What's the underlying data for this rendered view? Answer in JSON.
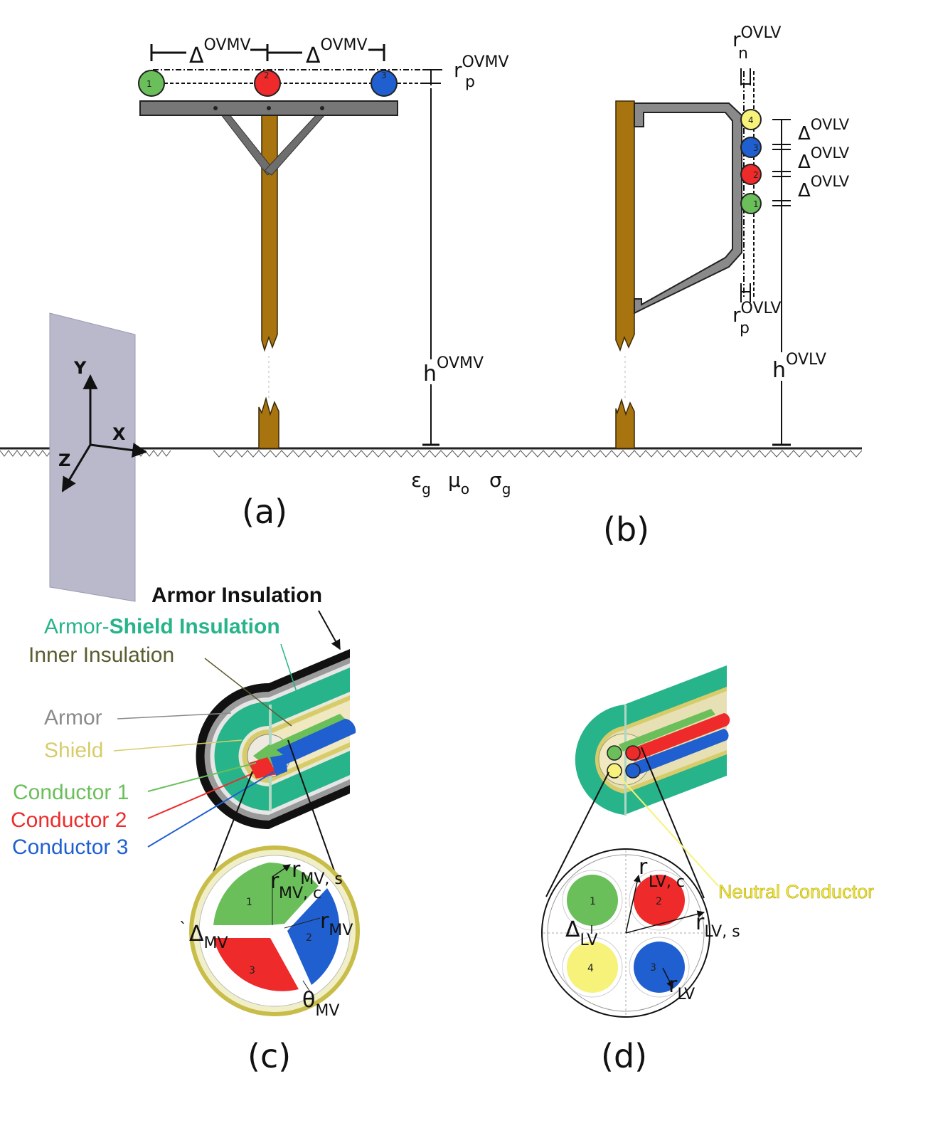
{
  "figure": {
    "captions": {
      "a": "(a)",
      "b": "(b)",
      "c": "(c)",
      "d": "(d)"
    },
    "axes": {
      "x": "X",
      "y": "Y",
      "z": "Z"
    },
    "ground_symbols": {
      "eps": "ε",
      "eps_sub": "g",
      "mu": "μ",
      "mu_sub": "o",
      "sigma": "σ",
      "sigma_sub": "g"
    },
    "panel_a": {
      "delta_base": "Δ",
      "delta_sup": "OVMV",
      "rp_base": "r",
      "rp_sub": "p",
      "rp_sup": "OVMV",
      "h_base": "h",
      "h_sup": "OVMV",
      "phases": [
        "1",
        "2",
        "3"
      ]
    },
    "panel_b": {
      "rn_base": "r",
      "rn_sub": "n",
      "rn_sup": "OVLV",
      "rp_base": "r",
      "rp_sub": "p",
      "rp_sup": "OVLV",
      "delta_base": "Δ",
      "delta_sup": "OVLV",
      "h_base": "h",
      "h_sup": "OVLV",
      "phases": [
        "4",
        "3",
        "2",
        "1"
      ]
    },
    "panel_c": {
      "labels": {
        "armor_insulation": "Armor Insulation",
        "armor_shield_insulation_a": "Armor-",
        "armor_shield_insulation_b": "Shield Insulation",
        "inner_insulation": "Inner Insulation",
        "armor": "Armor",
        "shield": "Shield",
        "conductor1": "Conductor 1",
        "conductor2": "Conductor 2",
        "conductor3": "Conductor 3"
      },
      "sector_numbers": [
        "1",
        "2",
        "3"
      ],
      "sym": {
        "r": "r",
        "mv_s": "MV, s",
        "mv_c": "MV, c",
        "mv": "MV",
        "delta": "Δ",
        "theta": "θ",
        "tick": "`"
      }
    },
    "panel_d": {
      "labels": {
        "neutral": "Neutral Conductor"
      },
      "conductor_numbers": [
        "1",
        "2",
        "3",
        "4"
      ],
      "sym": {
        "r": "r",
        "lv_c": "LV, c",
        "lv_s": "LV, s",
        "lv": "LV",
        "delta": "Δ"
      }
    },
    "colors": {
      "green": "#6abf5a",
      "red": "#ee2a2a",
      "blue": "#1f5fd0",
      "yellow": "#f6f27a",
      "wood": "#a8740f",
      "steel": "#777777",
      "teal": "#27b48a",
      "gold": "#d8cc6a",
      "armor_gray": "#9a9a9a",
      "plate": "#b9b9cb"
    }
  }
}
